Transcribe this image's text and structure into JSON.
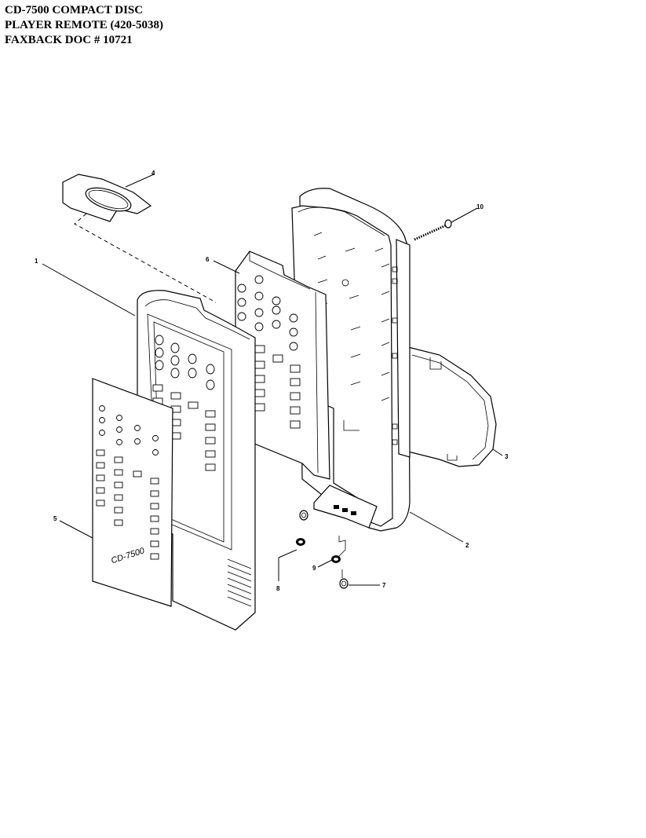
{
  "header": {
    "line1": "CD-7500 COMPACT DISC",
    "line2": "PLAYER REMOTE  (420-5038)",
    "line3": "FAXBACK DOC # 10721"
  },
  "front_label": "CD-7500",
  "callouts": {
    "c1": "1",
    "c2": "2",
    "c3": "3",
    "c4": "4",
    "c5": "5",
    "c6": "6",
    "c7": "7",
    "c8": "8",
    "c9": "9",
    "c10": "10"
  }
}
